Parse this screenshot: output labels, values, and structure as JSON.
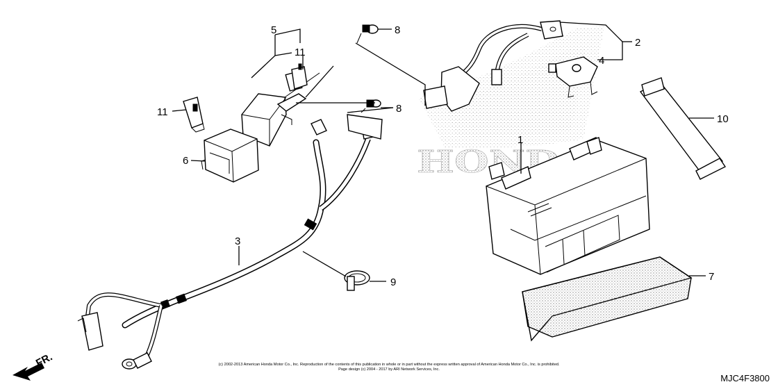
{
  "diagram": {
    "id": "MJC4F3800",
    "watermark": "HONDA",
    "direction_label": "FR.",
    "copyright_line1": "(c) 2002-2013 American Honda Motor Co., Inc. Reproduction of the contents of this publication in whole or in part without the express written approval of American Honda Motor Co., Inc. is prohibited.",
    "copyright_line2": "Page design (c) 2004 - 2017 by ARI Network Services, Inc.",
    "callouts": {
      "p1": "1",
      "p2": "2",
      "p3": "3",
      "p4": "4",
      "p5": "5",
      "p6": "6",
      "p7": "7",
      "p8a": "8",
      "p8b": "8",
      "p9": "9",
      "p10": "10",
      "p11a": "11",
      "p11b": "11"
    }
  }
}
